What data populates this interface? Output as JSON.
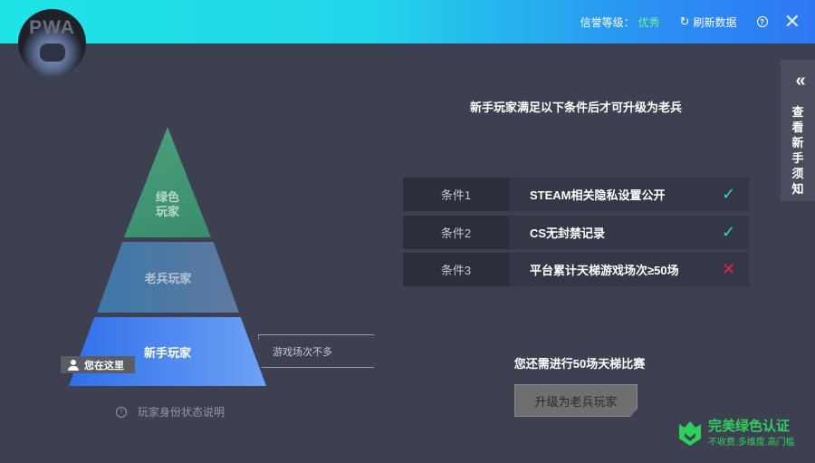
{
  "header": {
    "credit_label": "信誉等级：",
    "credit_value": "优秀",
    "refresh_label": "刷新数据",
    "help_glyph": "?",
    "close_glyph": "✕",
    "avatar_text": "PWA"
  },
  "side_tab": {
    "chevron": "«",
    "chars": [
      "查",
      "看",
      "新",
      "手",
      "须",
      "知"
    ]
  },
  "pyramid": {
    "tiers": [
      {
        "line1": "绿色",
        "line2": "玩家"
      },
      {
        "label": "老兵玩家"
      },
      {
        "label": "新手玩家"
      }
    ],
    "you_are_here": "您在这里",
    "note": "游戏场次不多",
    "legend": "玩家身份状态说明"
  },
  "conditions": {
    "heading": "新手玩家满足以下条件后才可升级为老兵",
    "rows": [
      {
        "key": "条件1",
        "text": "STEAM相关隐私设置公开",
        "status": "✓"
      },
      {
        "key": "条件2",
        "text": "CS无封禁记录",
        "status": "✓"
      },
      {
        "key": "条件3",
        "text": "平台累计天梯游戏场次≥50场",
        "status": "✕"
      }
    ]
  },
  "remaining": "您还需进行50场天梯比赛",
  "upgrade_button": "升级为老兵玩家",
  "brand": {
    "title": "完美绿色认证",
    "subtitle": "不收费.多维度.高门槛"
  },
  "colors": {
    "ok": "#32d2d6",
    "fail": "#e8234a",
    "brand": "#2fcf5c"
  }
}
